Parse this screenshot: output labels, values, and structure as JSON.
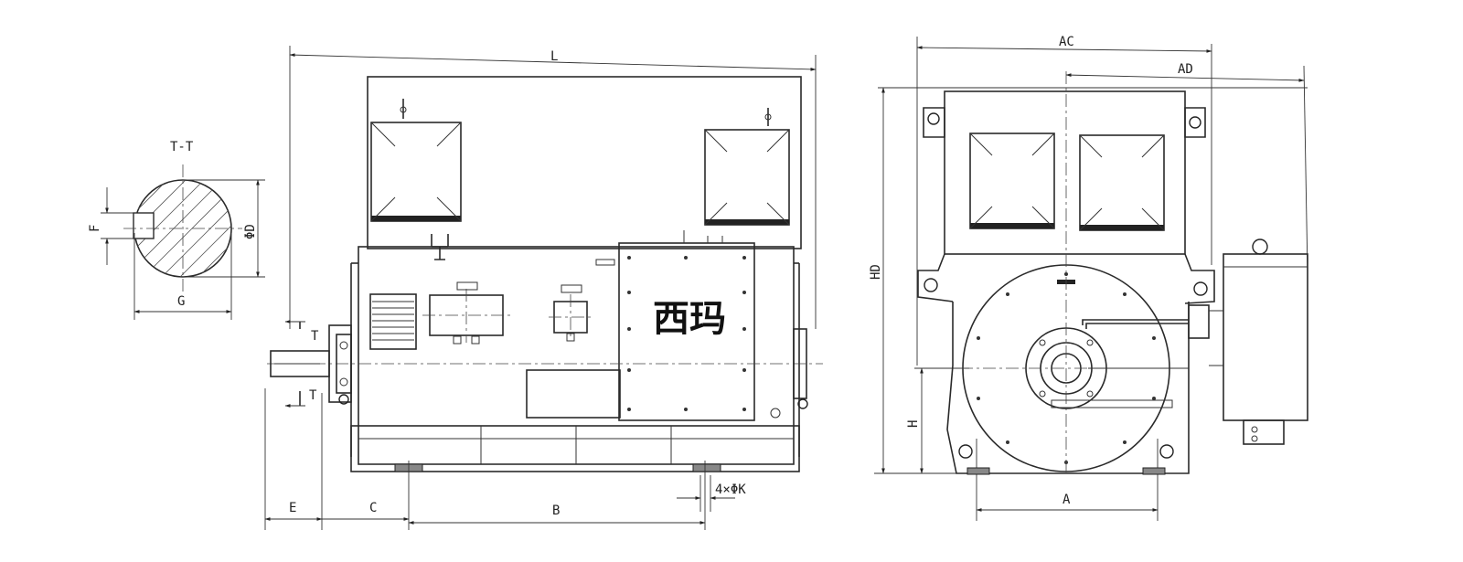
{
  "section_label": "T-T",
  "brand": "西玛",
  "dimensions": {
    "L": "L",
    "E": "E",
    "C": "C",
    "B": "B",
    "K": "4×ΦK",
    "T_top": "T",
    "T_bottom": "T",
    "F": "F",
    "G": "G",
    "D": "ΦD",
    "AC": "AC",
    "AD": "AD",
    "HD": "HD",
    "H": "H",
    "A": "A"
  }
}
